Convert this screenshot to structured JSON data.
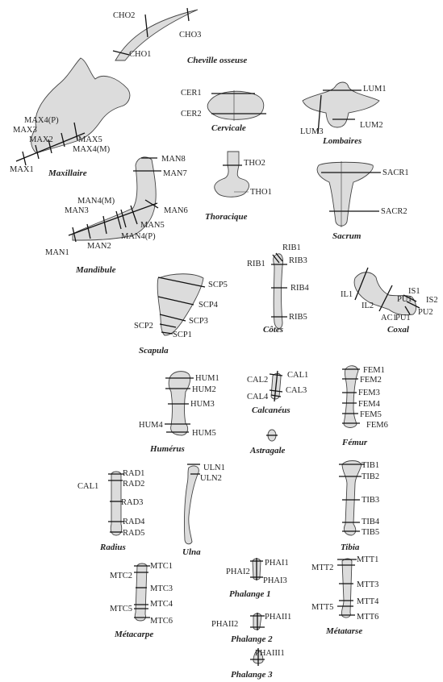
{
  "bones": {
    "cheville": {
      "title": "Cheville osseuse",
      "labels": [
        "CHO2",
        "CHO3",
        "CHO1"
      ]
    },
    "maxillaire": {
      "title": "Maxillaire",
      "labels": [
        "MAX4(P)",
        "MAX3",
        "MAX2",
        "MAX5",
        "MAX4(M)",
        "MAX1"
      ]
    },
    "cervicale": {
      "title": "Cervicale",
      "labels": [
        "CER1",
        "CER2"
      ]
    },
    "lombaires": {
      "title": "Lombaires",
      "labels": [
        "LUM1",
        "LUM3",
        "LUM2"
      ]
    },
    "mandibule": {
      "title": "Mandibule",
      "labels": [
        "MAN8",
        "MAN7",
        "MAN4(M)",
        "MAN3",
        "MAN6",
        "MAN5",
        "MAN4(P)",
        "MAN2",
        "MAN1"
      ]
    },
    "thoracique": {
      "title": "Thoracique",
      "labels": [
        "THO2",
        "THO1"
      ]
    },
    "sacrum": {
      "title": "Sacrum",
      "labels": [
        "SACR1",
        "SACR2"
      ]
    },
    "scapula": {
      "title": "Scapula",
      "labels": [
        "SCP5",
        "SCP4",
        "SCP3",
        "SCP2",
        "SCP1"
      ]
    },
    "cotes": {
      "title": "Côtes",
      "labels": [
        "RIB1",
        "RIB1",
        "RIB3",
        "RIB4",
        "RIB5"
      ]
    },
    "coxal": {
      "title": "Coxal",
      "labels": [
        "IL1",
        "IL2",
        "IS1",
        "IS2",
        "PU1",
        "PU2",
        "AC1",
        "PU1"
      ]
    },
    "humerus": {
      "title": "Humérus",
      "labels": [
        "HUM1",
        "HUM2",
        "HUM3",
        "HUM4",
        "HUM5"
      ]
    },
    "calcaneus": {
      "title": "Calcanéus",
      "labels": [
        "CAL2",
        "CAL1",
        "CAL4",
        "CAL3"
      ]
    },
    "femur": {
      "title": "Fémur",
      "labels": [
        "FEM1",
        "FEM2",
        "FEM3",
        "FEM4",
        "FEM5",
        "FEM6"
      ]
    },
    "astragale": {
      "title": "Astragale",
      "labels": []
    },
    "radius": {
      "title": "Radius",
      "labels": [
        "RAD1",
        "RAD2",
        "CAL1",
        "RAD3",
        "RAD4",
        "RAD5"
      ]
    },
    "ulna": {
      "title": "Ulna",
      "labels": [
        "ULN1",
        "ULN2"
      ]
    },
    "tibia": {
      "title": "Tibia",
      "labels": [
        "TIB1",
        "TIB2",
        "TIB3",
        "TIB4",
        "TIB5"
      ]
    },
    "metacarpe": {
      "title": "Métacarpe",
      "labels": [
        "MTC1",
        "MTC2",
        "MTC3",
        "MTC5",
        "MTC4",
        "MTC6"
      ]
    },
    "phalange1": {
      "title": "Phalange 1",
      "labels": [
        "PHAI1",
        "PHAI2",
        "PHAI3"
      ]
    },
    "metatarse": {
      "title": "Métatarse",
      "labels": [
        "MTT1",
        "MTT2",
        "MTT3",
        "MTT5",
        "MTT4",
        "MTT6"
      ]
    },
    "phalange2": {
      "title": "Phalange 2",
      "labels": [
        "PHAII2",
        "PHAII1"
      ]
    },
    "phalange3": {
      "title": "Phalange 3",
      "labels": [
        "PHAIII1"
      ]
    }
  }
}
